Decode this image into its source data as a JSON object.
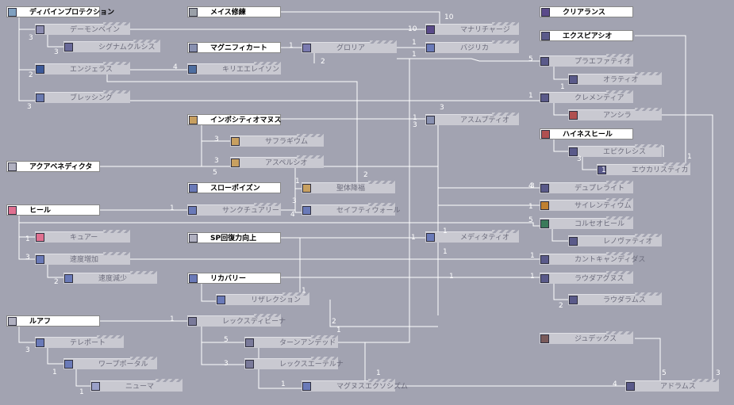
{
  "skills": [
    {
      "id": "divine_protection",
      "label": "ディバインプロテクション",
      "learned": true,
      "icon": "shield-icon",
      "iconColor": "#7fa0c0"
    },
    {
      "id": "demon_bane",
      "label": "デーモンベイン",
      "learned": false,
      "icon": "demon-icon",
      "iconColor": "#8c8cb0"
    },
    {
      "id": "signum_crucis",
      "label": "シグナムクルシス",
      "learned": false,
      "icon": "cross-icon",
      "iconColor": "#6a6a9a"
    },
    {
      "id": "angelus",
      "label": "エンジェラス",
      "learned": false,
      "icon": "angel-icon",
      "iconColor": "#3c5a9a"
    },
    {
      "id": "kyrie_eleison",
      "label": "キリエエレイソン",
      "learned": false,
      "icon": "barrier-icon",
      "iconColor": "#4e6ea0"
    },
    {
      "id": "blessing",
      "label": "ブレッシング",
      "learned": false,
      "icon": "blessing-icon",
      "iconColor": "#6a7ab0"
    },
    {
      "id": "mace_mastery",
      "label": "メイス修練",
      "learned": true,
      "icon": "mace-icon",
      "iconColor": "#9aa0a8"
    },
    {
      "id": "magnificat",
      "label": "マグニフィカート",
      "learned": true,
      "icon": "magnificat-icon",
      "iconColor": "#8890b0"
    },
    {
      "id": "gloria",
      "label": "グロリア",
      "learned": false,
      "icon": "gloria-icon",
      "iconColor": "#7a7ab0"
    },
    {
      "id": "magnus_exorcismus_charge",
      "label": "マナリチャージ",
      "learned": false,
      "icon": "recharge-icon",
      "iconColor": "#5a4a8a"
    },
    {
      "id": "basilica",
      "label": "バジリカ",
      "learned": false,
      "icon": "basilica-icon",
      "iconColor": "#6a7ab8"
    },
    {
      "id": "impositio_manus",
      "label": "インポシティオマヌス",
      "learned": true,
      "icon": "hand-icon",
      "iconColor": "#c8a060"
    },
    {
      "id": "suffragium",
      "label": "サフラギウム",
      "learned": false,
      "icon": "suffragium-icon",
      "iconColor": "#c8a060"
    },
    {
      "id": "aqua_benedicta",
      "label": "アクアベネディクタ",
      "learned": true,
      "icon": "holy-water-icon",
      "iconColor": "#b0b0c0"
    },
    {
      "id": "aspersio",
      "label": "アスペルシオ",
      "learned": false,
      "icon": "aspersio-icon",
      "iconColor": "#c8a060"
    },
    {
      "id": "body_relocation",
      "label": "聖体降福",
      "learned": false,
      "icon": "benediction-icon",
      "iconColor": "#c8a060"
    },
    {
      "id": "assumptio",
      "label": "アスムプティオ",
      "learned": false,
      "icon": "assumptio-icon",
      "iconColor": "#8890b0"
    },
    {
      "id": "slow_poison",
      "label": "スローポイズン",
      "learned": true,
      "icon": "poison-icon",
      "iconColor": "#6a7ab8"
    },
    {
      "id": "safety_wall",
      "label": "セイフティウォール",
      "learned": false,
      "icon": "wall-icon",
      "iconColor": "#6a7ab8"
    },
    {
      "id": "heal",
      "label": "ヒール",
      "learned": true,
      "icon": "heart-icon",
      "iconColor": "#e07090"
    },
    {
      "id": "sanctuary",
      "label": "サンクチュアリー",
      "learned": false,
      "icon": "sanctuary-icon",
      "iconColor": "#6a7ab8"
    },
    {
      "id": "cure",
      "label": "キュアー",
      "learned": false,
      "icon": "cure-icon",
      "iconColor": "#e07090"
    },
    {
      "id": "increase_agi",
      "label": "速度増加",
      "learned": false,
      "icon": "agi-up-icon",
      "iconColor": "#6a7ab8"
    },
    {
      "id": "decrease_agi",
      "label": "速度減少",
      "learned": false,
      "icon": "agi-down-icon",
      "iconColor": "#6a7ab8"
    },
    {
      "id": "sp_recovery",
      "label": "SP回復力向上",
      "learned": true,
      "icon": "sp-icon",
      "iconColor": "#b0b0c0"
    },
    {
      "id": "meditatio",
      "label": "メディタティオ",
      "learned": false,
      "icon": "meditatio-icon",
      "iconColor": "#6a7ab8"
    },
    {
      "id": "resurrection",
      "label": "リザレクション",
      "learned": false,
      "icon": "resurrection-icon",
      "iconColor": "#6a7ab8"
    },
    {
      "id": "recovery",
      "label": "リカバリー",
      "learned": true,
      "icon": "recovery-icon",
      "iconColor": "#6a7ab8"
    },
    {
      "id": "ruwach",
      "label": "ルアフ",
      "learned": true,
      "icon": "ruwach-icon",
      "iconColor": "#b0b0c0"
    },
    {
      "id": "lex_divina",
      "label": "レックスディビーナ",
      "learned": false,
      "icon": "lex-divina-icon",
      "iconColor": "#7a7a9a"
    },
    {
      "id": "teleport",
      "label": "テレポート",
      "learned": false,
      "icon": "teleport-icon",
      "iconColor": "#6a7ab8"
    },
    {
      "id": "warp_portal",
      "label": "ワープポータル",
      "learned": false,
      "icon": "warp-icon",
      "iconColor": "#6a7ab8"
    },
    {
      "id": "pneuma",
      "label": "ニューマ",
      "learned": false,
      "icon": "pneuma-icon",
      "iconColor": "#9aa0c8"
    },
    {
      "id": "turn_undead",
      "label": "ターンアンデッド",
      "learned": false,
      "icon": "turn-undead-icon",
      "iconColor": "#7a7a9a"
    },
    {
      "id": "lex_aeterna",
      "label": "レックスエーテルナ",
      "learned": false,
      "icon": "lex-aeterna-icon",
      "iconColor": "#7a7a9a"
    },
    {
      "id": "magnus_exorcismus",
      "label": "マグヌスエクソシズム",
      "learned": false,
      "icon": "magnus-icon",
      "iconColor": "#6a7ab8"
    },
    {
      "id": "clearance",
      "label": "クリアランス",
      "learned": true,
      "icon": "clearance-icon",
      "iconColor": "#5a4a8a"
    },
    {
      "id": "expiatio",
      "label": "エクスピアシオ",
      "learned": true,
      "icon": "expiatio-icon",
      "iconColor": "#5a5a8a"
    },
    {
      "id": "praefatio",
      "label": "プラエファティオ",
      "learned": false,
      "icon": "praefatio-icon",
      "iconColor": "#5a5a8a"
    },
    {
      "id": "oratio",
      "label": "オラティオ",
      "learned": false,
      "icon": "oratio-icon",
      "iconColor": "#5a5a8a"
    },
    {
      "id": "clementia",
      "label": "クレメンティア",
      "learned": false,
      "icon": "clementia-icon",
      "iconColor": "#5a5a8a"
    },
    {
      "id": "ancilla",
      "label": "アンシラ",
      "learned": false,
      "icon": "ancilla-icon",
      "iconColor": "#b05050"
    },
    {
      "id": "high_heal",
      "label": "ハイネスヒール",
      "learned": true,
      "icon": "highness-heal-icon",
      "iconColor": "#b05050"
    },
    {
      "id": "epiclesis",
      "label": "エピクレシス",
      "learned": false,
      "icon": "epiclesis-icon",
      "iconColor": "#5a5a8a"
    },
    {
      "id": "eucharistica",
      "label": "エウカリスティカ",
      "learned": false,
      "icon": "eucharistica-icon",
      "iconColor": "#5a5a8a"
    },
    {
      "id": "duple_light",
      "label": "デュプレライト",
      "learned": false,
      "icon": "duple-light-icon",
      "iconColor": "#5a5a8a"
    },
    {
      "id": "silentium",
      "label": "サイレンティウム",
      "learned": false,
      "icon": "silentium-icon",
      "iconColor": "#c08030"
    },
    {
      "id": "coluceo_heal",
      "label": "コルセオヒール",
      "learned": false,
      "icon": "coluceo-icon",
      "iconColor": "#3a7a5a"
    },
    {
      "id": "renovatio",
      "label": "レノヴァティオ",
      "learned": false,
      "icon": "renovatio-icon",
      "iconColor": "#5a5a8a"
    },
    {
      "id": "cantocandidus",
      "label": "カントキャンディダス",
      "learned": false,
      "icon": "canto-icon",
      "iconColor": "#5a5a8a"
    },
    {
      "id": "lauda_agnus",
      "label": "ラウダアグヌス",
      "learned": false,
      "icon": "lauda-agnus-icon",
      "iconColor": "#5a5a8a"
    },
    {
      "id": "lauda_ramus",
      "label": "ラウダラムス",
      "learned": false,
      "icon": "lauda-ramus-icon",
      "iconColor": "#5a5a8a"
    },
    {
      "id": "judex",
      "label": "ジュデックス",
      "learned": false,
      "icon": "judex-icon",
      "iconColor": "#7a5a5a"
    },
    {
      "id": "adoramus",
      "label": "アドラムス",
      "learned": false,
      "icon": "adoramus-icon",
      "iconColor": "#5a5a8a"
    }
  ],
  "levels": [
    "10",
    "10",
    "3",
    "3",
    "2",
    "3",
    "4",
    "1",
    "2",
    "1",
    "1",
    "5",
    "1",
    "1",
    "3",
    "3",
    "1",
    "3",
    "3",
    "2",
    "1",
    "3",
    "5",
    "4",
    "1",
    "1",
    "3",
    "2",
    "1",
    "1",
    "1",
    "1",
    "1",
    "1",
    "1",
    "1",
    "1",
    "2",
    "3",
    "1",
    "1",
    "5",
    "3",
    "1",
    "1",
    "4",
    "5",
    "3",
    "5",
    "1",
    "4",
    "1",
    "2",
    "1",
    "3",
    "3",
    "5",
    "3",
    "1",
    "1",
    "1",
    "1",
    "5",
    "1",
    "1",
    "1"
  ]
}
